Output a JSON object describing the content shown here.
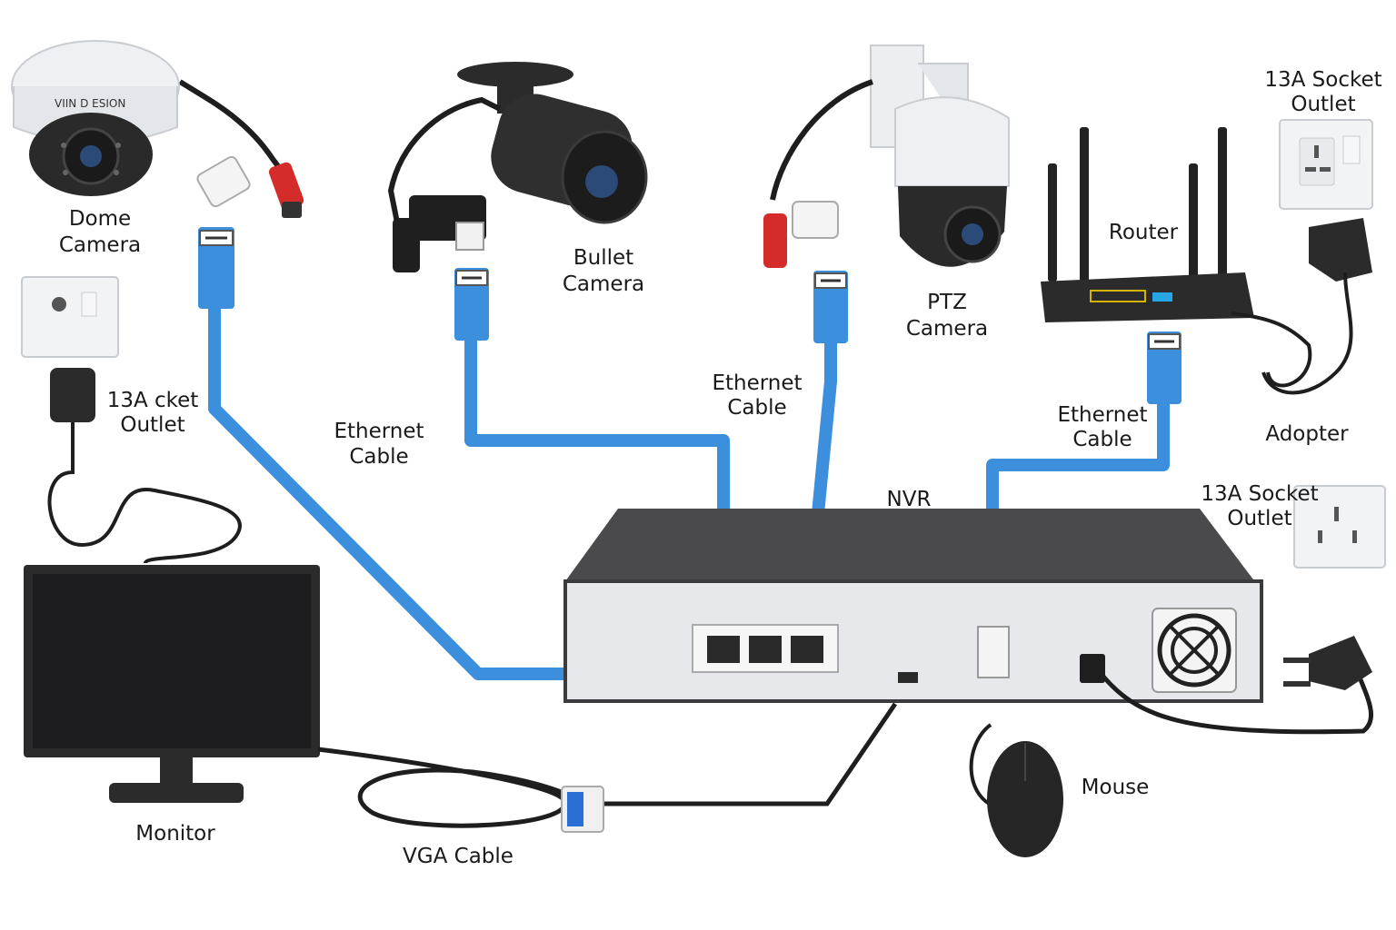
{
  "labels": {
    "dome_camera": [
      "Dome",
      "Camera"
    ],
    "dome_brand": "VIIN D ESION",
    "bullet_camera": [
      "Bullet",
      "Camera"
    ],
    "ptz_camera": [
      "PTZ",
      "Camera"
    ],
    "router": "Router",
    "socket_top_right": [
      "13A Socket",
      "Outlet"
    ],
    "socket_left": [
      "13A   cket",
      "Outlet"
    ],
    "socket_right": [
      "13A Socket",
      "Outlet"
    ],
    "adopter": "Adopter",
    "ethernet_left": [
      "Ethernet",
      "Cable"
    ],
    "ethernet_mid": [
      "Ethernet",
      "Cable"
    ],
    "ethernet_right": [
      "Ethernet",
      "Cable"
    ],
    "nvr": "NVR",
    "monitor": "Monitor",
    "vga_cable": "VGA Cable",
    "mouse": "Mouse"
  },
  "colors": {
    "ethernet_cable": "#3b8fdc",
    "cable_dark": "#1e1e1e",
    "device_dark": "#2b2b2b",
    "device_light": "#e9ebee",
    "red_connector": "#d42b2b",
    "router_port_yellow": "#d4b400",
    "router_port_blue": "#27a6e6",
    "vga_connector": "#2a6fd6"
  }
}
